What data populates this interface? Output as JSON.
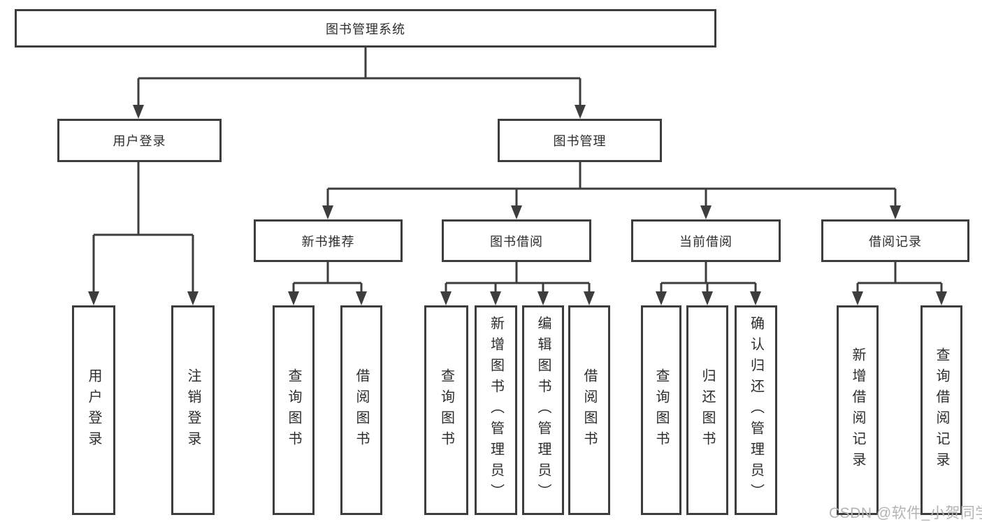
{
  "diagram": {
    "title_node": {
      "label": "图书管理系统"
    },
    "level2": [
      {
        "label": "用户登录"
      },
      {
        "label": "图书管理"
      }
    ],
    "level3": [
      {
        "label": "新书推荐"
      },
      {
        "label": "图书借阅"
      },
      {
        "label": "当前借阅"
      },
      {
        "label": "借阅记录"
      }
    ],
    "leaves": [
      {
        "label": "用户登录"
      },
      {
        "label": "注销登录"
      },
      {
        "label": "查询图书"
      },
      {
        "label": "借阅图书"
      },
      {
        "label": "查询图书"
      },
      {
        "label": "新增图书（管理员）"
      },
      {
        "label": "编辑图书（管理员）"
      },
      {
        "label": "借阅图书"
      },
      {
        "label": "查询图书"
      },
      {
        "label": "归还图书"
      },
      {
        "label": "确认归还（管理员）"
      },
      {
        "label": "新增借阅记录"
      },
      {
        "label": "查询借阅记录"
      }
    ],
    "colors": {
      "line": "#3d3d3d",
      "text": "#2d2d2d",
      "watermark": "#b3b3b3",
      "background": "#ffffff"
    }
  },
  "watermark": {
    "text": "CSDN @软件_小贺同学"
  }
}
